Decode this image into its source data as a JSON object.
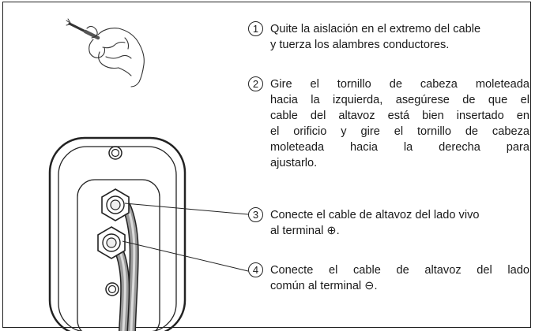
{
  "steps": [
    {
      "num": "1",
      "lines": [
        "Quite la aislación en el extremo del cable",
        "y tuerza los alambres conductores."
      ]
    },
    {
      "num": "2",
      "lines": [
        "Gire el tornillo de cabeza moleteada",
        "hacia la izquierda, asegúrese de que el",
        "cable del altavoz está bien insertado en",
        "el orificio y gire el tornillo de cabeza",
        "moleteada hacia la derecha para",
        "ajustarlo."
      ]
    },
    {
      "num": "3",
      "lines": [
        "Conecte el cable de altavoz del lado vivo",
        "al terminal ⊕."
      ]
    },
    {
      "num": "4",
      "lines": [
        "Conecte el cable de altavoz del lado",
        "común al terminal ⊖."
      ]
    }
  ],
  "icons": {
    "hand": "hand-twisting-wire-icon",
    "terminal_plate": "speaker-terminal-plate-icon"
  },
  "colors": {
    "line": "#222222",
    "cable": "#8a8a8a"
  }
}
